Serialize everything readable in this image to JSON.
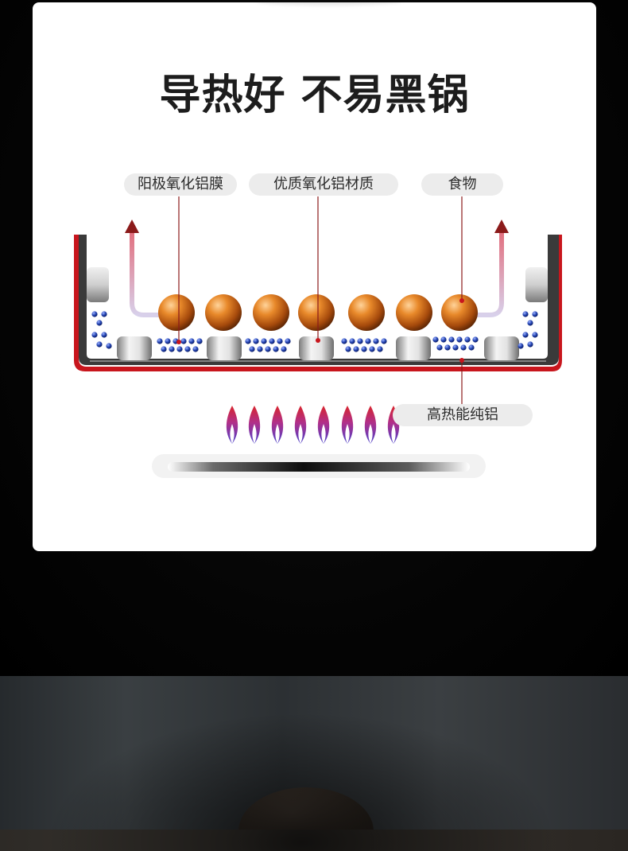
{
  "headline": "导热好 不易黑锅",
  "labels": {
    "anodized_film": "阳极氧化铝膜",
    "quality_alumina": "优质氧化铝材质",
    "food": "食物",
    "pure_aluminum": "高热能纯铝"
  },
  "colors": {
    "pan_red": "#c8161d",
    "arrow_red": "#8b1a1a",
    "particle_orange": "#e07a20",
    "dot_blue": "#1f3ea8",
    "pill_bg": "#ececec"
  },
  "icons": [
    "flame-icon",
    "heat-arrow-icon",
    "copper-ball-icon",
    "blue-dot-icon"
  ]
}
